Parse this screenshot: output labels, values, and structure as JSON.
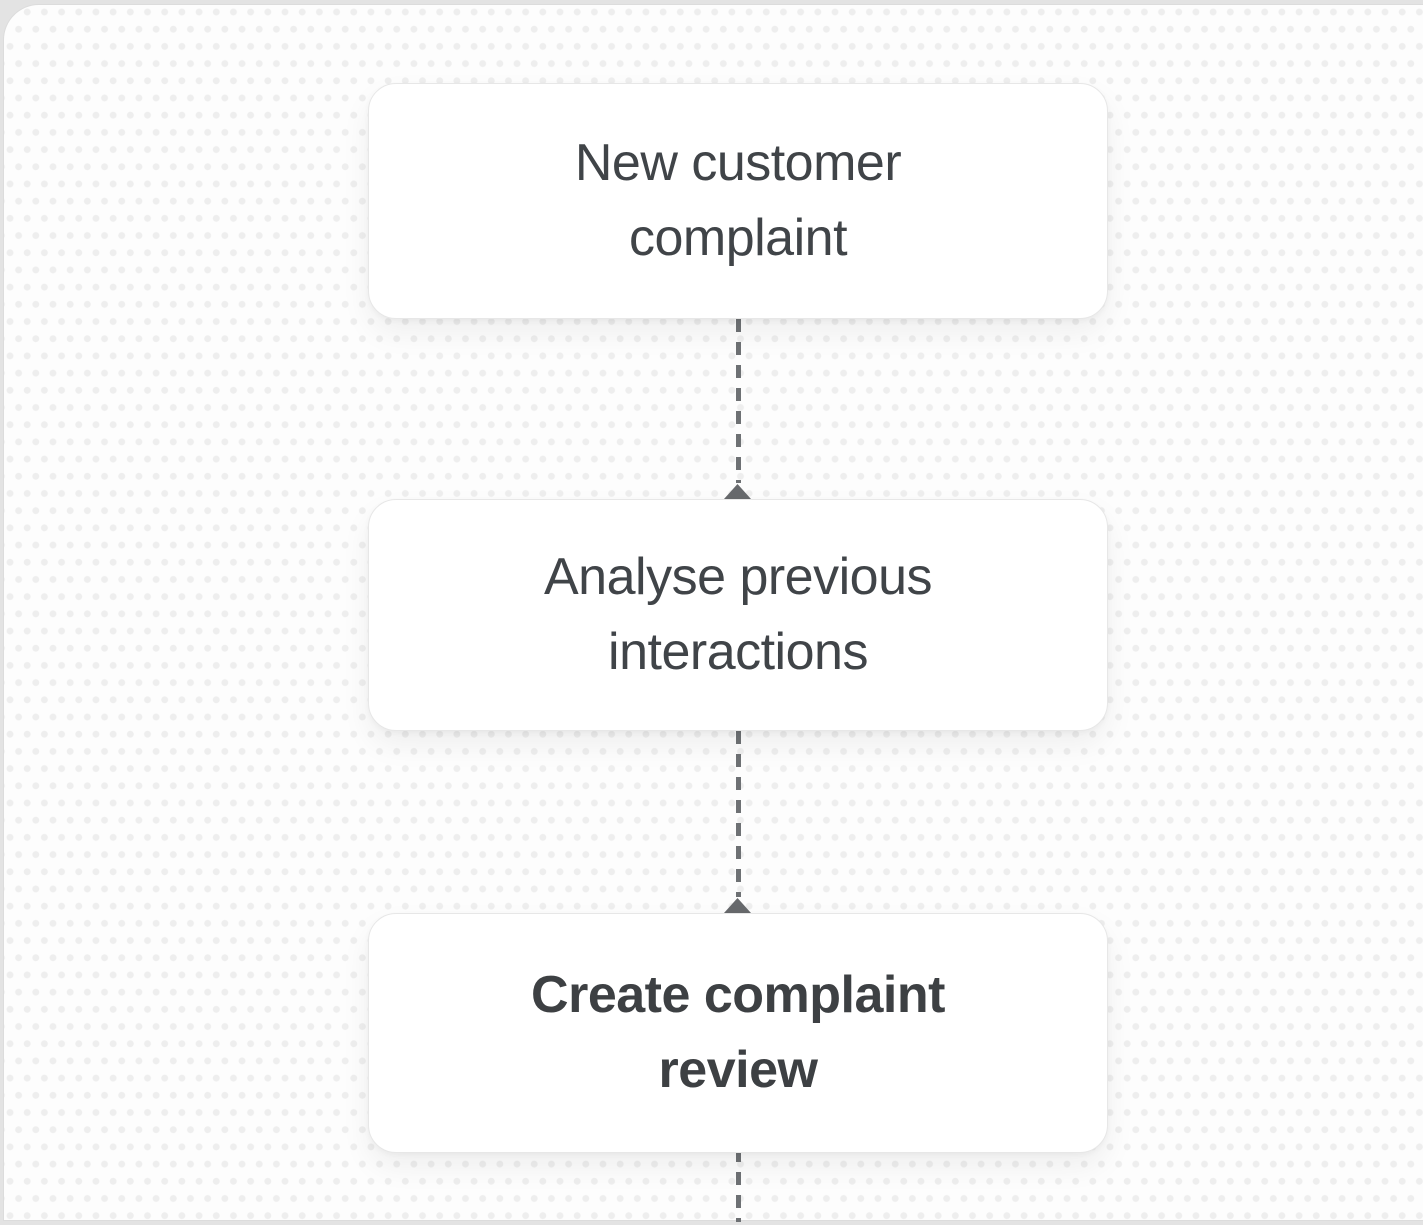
{
  "diagram": {
    "type": "flowchart",
    "direction": "top-down",
    "nodes": [
      {
        "id": "node-1",
        "label": "New customer\ncomplaint",
        "text_style": "regular"
      },
      {
        "id": "node-2",
        "label": "Analyse previous\ninteractions",
        "text_style": "regular"
      },
      {
        "id": "node-3",
        "label": "Create complaint\nreview",
        "text_style": "medium"
      }
    ],
    "edges": [
      {
        "from": "node-1",
        "to": "node-2",
        "style": "dashed",
        "arrowhead": true
      },
      {
        "from": "node-2",
        "to": "node-3",
        "style": "dashed",
        "arrowhead": true
      },
      {
        "from": "node-3",
        "to": "offscreen-below",
        "style": "dashed",
        "arrowhead": false
      }
    ],
    "colors": {
      "frame_background": "#e3e3e3",
      "canvas_background": "#fdfdfd",
      "canvas_dots": "#eeeeee",
      "node_background": "#ffffff",
      "node_border": "#e7e7e7",
      "node_text": "#404448",
      "edge": "#6e7174",
      "arrowhead": "#67696c"
    }
  }
}
